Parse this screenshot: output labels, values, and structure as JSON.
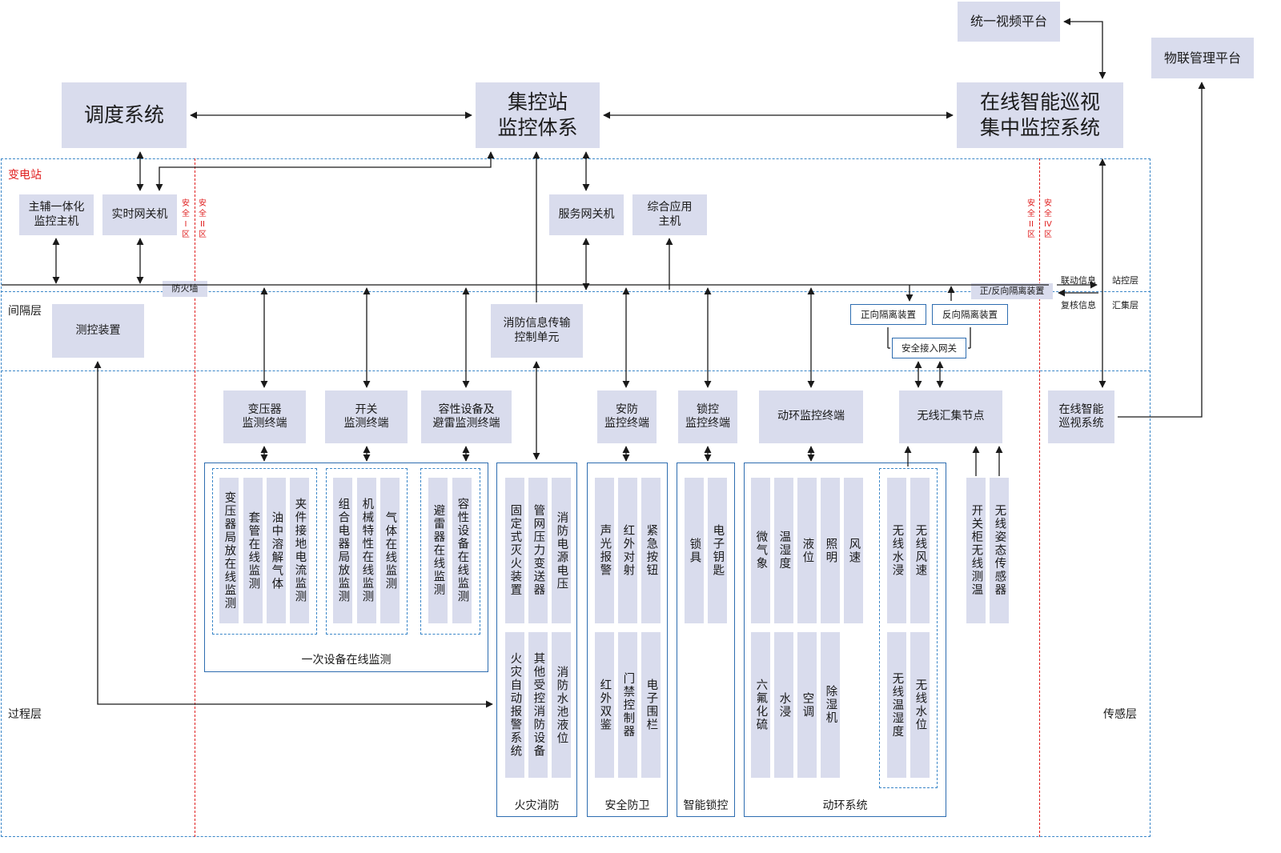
{
  "top": {
    "dispatch": "调度系统",
    "centralized_1": "集控站",
    "centralized_2": "监控体系",
    "patrol_1": "在线智能巡视",
    "patrol_2": "集中监控系统",
    "video": "统一视频平台",
    "iot": "物联管理平台"
  },
  "zones": {
    "substation": "变电站",
    "bay": "间隔层",
    "process": "过程层",
    "sensing": "传感层"
  },
  "security": {
    "zone1": "安\n全\nI\n区",
    "zone2": "安\n全\nII\n区",
    "zone2b": "安\n全\nII\n区",
    "zone4": "安\n全\nIV\n区"
  },
  "station": {
    "main_aux_1": "主辅一体化",
    "main_aux_2": "监控主机",
    "realtime_gw": "实时网关机",
    "service_gw": "服务网关机",
    "integrated_1": "综合应用",
    "integrated_2": "主机",
    "firewall": "防火墙",
    "iso_combined": "正/反向隔离装置",
    "link_info": "联动信息",
    "review_info": "复核信息",
    "station_layer": "站控层",
    "aggregation_layer": "汇集层"
  },
  "bay": {
    "measure_ctrl": "测控装置",
    "fire_unit_1": "消防信息传输",
    "fire_unit_2": "控制单元",
    "fwd_iso": "正向隔离装置",
    "rev_iso": "反向隔离装置",
    "secure_gw": "安全接入网关"
  },
  "terminals": {
    "transformer_1": "变压器",
    "transformer_2": "监测终端",
    "switch_1": "开关",
    "switch_2": "监测终端",
    "capacitor_1": "容性设备及",
    "capacitor_2": "避雷监测终端",
    "security_1": "安防",
    "security_2": "监控终端",
    "lock_1": "锁控",
    "lock_2": "监控终端",
    "env": "动环监控终端",
    "wireless": "无线汇集节点",
    "patrol_1": "在线智能",
    "patrol_2": "巡视系统"
  },
  "primary": {
    "caption": "一次设备在线监测",
    "t1": "变压器局放在线监测",
    "t2": "套管在线监测",
    "t3": "油中溶解气体",
    "t4": "夹件接地电流监测",
    "s1": "组合电器局放监测",
    "s2": "机械特性在线监测",
    "s3": "气体在线监测",
    "c1": "避雷器在线监测",
    "c2": "容性设备在线监测"
  },
  "fire": {
    "caption": "火灾消防",
    "f1": "固定式灭火装置",
    "f2": "管网压力变送器",
    "f3": "消防电源电压",
    "f4": "火灾自动报警系统",
    "f5": "其他受控消防设备",
    "f6": "消防水池液位"
  },
  "security_grp": {
    "caption": "安全防卫",
    "a1": "声光报警",
    "a2": "红外对射",
    "a3": "紧急按钮",
    "a4": "红外双鉴",
    "a5": "门禁控制器",
    "a6": "电子围栏"
  },
  "lock_grp": {
    "caption": "智能锁控",
    "l1": "锁具",
    "l2": "电子钥匙"
  },
  "env_grp": {
    "caption": "动环系统",
    "e1": "微气象",
    "e2": "温湿度",
    "e3": "液位",
    "e4": "照明",
    "e5": "风速",
    "e6": "六氟化硫",
    "e7": "水浸",
    "e8": "空调",
    "e9": "除湿机",
    "w1": "无线水浸",
    "w2": "无线风速",
    "w3": "无线温湿度",
    "w4": "无线水位",
    "x1": "开关柜无线测温",
    "x2": "无线姿态传感器"
  },
  "colors": {
    "box_fill": "#d9dced",
    "zone_border": "#3a86c8",
    "group_border": "#2e6db0",
    "security_line": "#e02020"
  }
}
